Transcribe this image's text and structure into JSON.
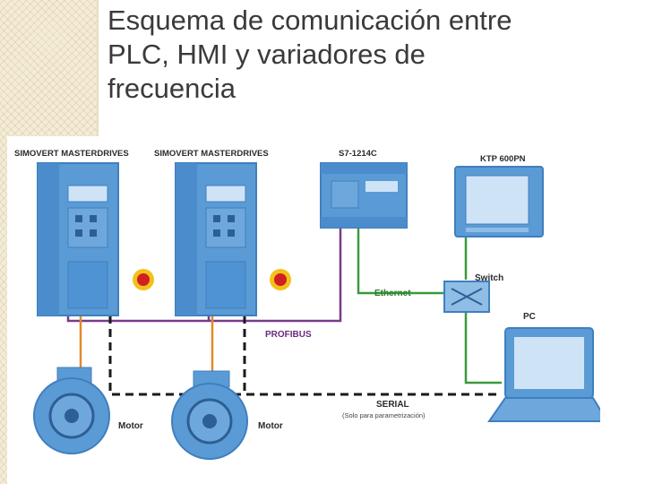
{
  "title_lines": [
    "Esquema de comunicación entre",
    "PLC, HMI y variadores de",
    "frecuencia"
  ],
  "diagram": {
    "drive1_label": "SIMOVERT MASTERDRIVES",
    "drive2_label": "SIMOVERT MASTERDRIVES",
    "plc_label": "S7-1214C",
    "hmi_label": "KTP 600PN",
    "switch_label": "Switch",
    "ethernet_label": "Ethernet",
    "profibus_label": "PROFIBUS",
    "pc_label": "PC",
    "serial_label": "SERIAL",
    "serial_note": "(Solo para parametrización)",
    "motor1_label": "Motor",
    "motor2_label": "Motor"
  },
  "colors": {
    "device_blue": "#5b9bd5",
    "device_dark": "#3f7fbf",
    "ethernet_green": "#3a9a3a",
    "profibus_purple": "#7a3a8a",
    "power_orange": "#e08a2a",
    "serial_black": "#1a1a1a",
    "estop_red": "#d02020",
    "estop_yellow": "#f2c21b"
  }
}
